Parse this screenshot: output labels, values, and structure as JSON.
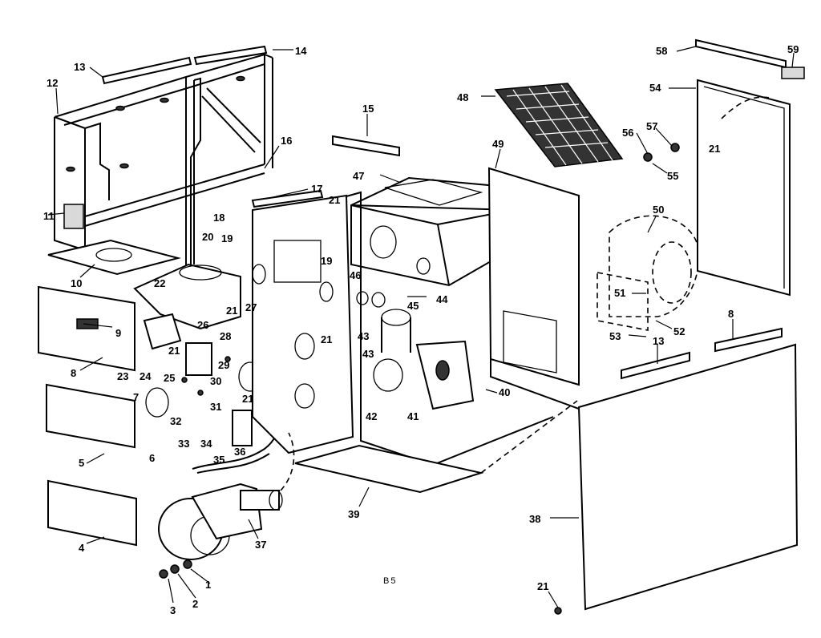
{
  "diagram": {
    "code": "B5",
    "callouts": {
      "c1": "1",
      "c2": "2",
      "c3": "3",
      "c4": "4",
      "c5": "5",
      "c6": "6",
      "c7": "7",
      "c8a": "8",
      "c8b": "8",
      "c9": "9",
      "c10": "10",
      "c11": "11",
      "c12": "12",
      "c13a": "13",
      "c13b": "13",
      "c14": "14",
      "c15": "15",
      "c16": "16",
      "c17": "17",
      "c18": "18",
      "c19a": "19",
      "c19b": "19",
      "c20": "20",
      "c21a": "21",
      "c21b": "21",
      "c21c": "21",
      "c21d": "21",
      "c21e": "21",
      "c21f": "21",
      "c21g": "21",
      "c22": "22",
      "c23": "23",
      "c24": "24",
      "c25": "25",
      "c26": "26",
      "c27": "27",
      "c28": "28",
      "c29": "29",
      "c30": "30",
      "c31": "31",
      "c32": "32",
      "c33": "33",
      "c34": "34",
      "c35": "35",
      "c36": "36",
      "c37": "37",
      "c38": "38",
      "c39": "39",
      "c40": "40",
      "c41": "41",
      "c42": "42",
      "c43a": "43",
      "c43b": "43",
      "c44": "44",
      "c45": "45",
      "c46": "46",
      "c47": "47",
      "c48": "48",
      "c49": "49",
      "c50": "50",
      "c51": "51",
      "c52": "52",
      "c53": "53",
      "c54": "54",
      "c55": "55",
      "c56": "56",
      "c57": "57",
      "c58": "58",
      "c59": "59"
    }
  }
}
